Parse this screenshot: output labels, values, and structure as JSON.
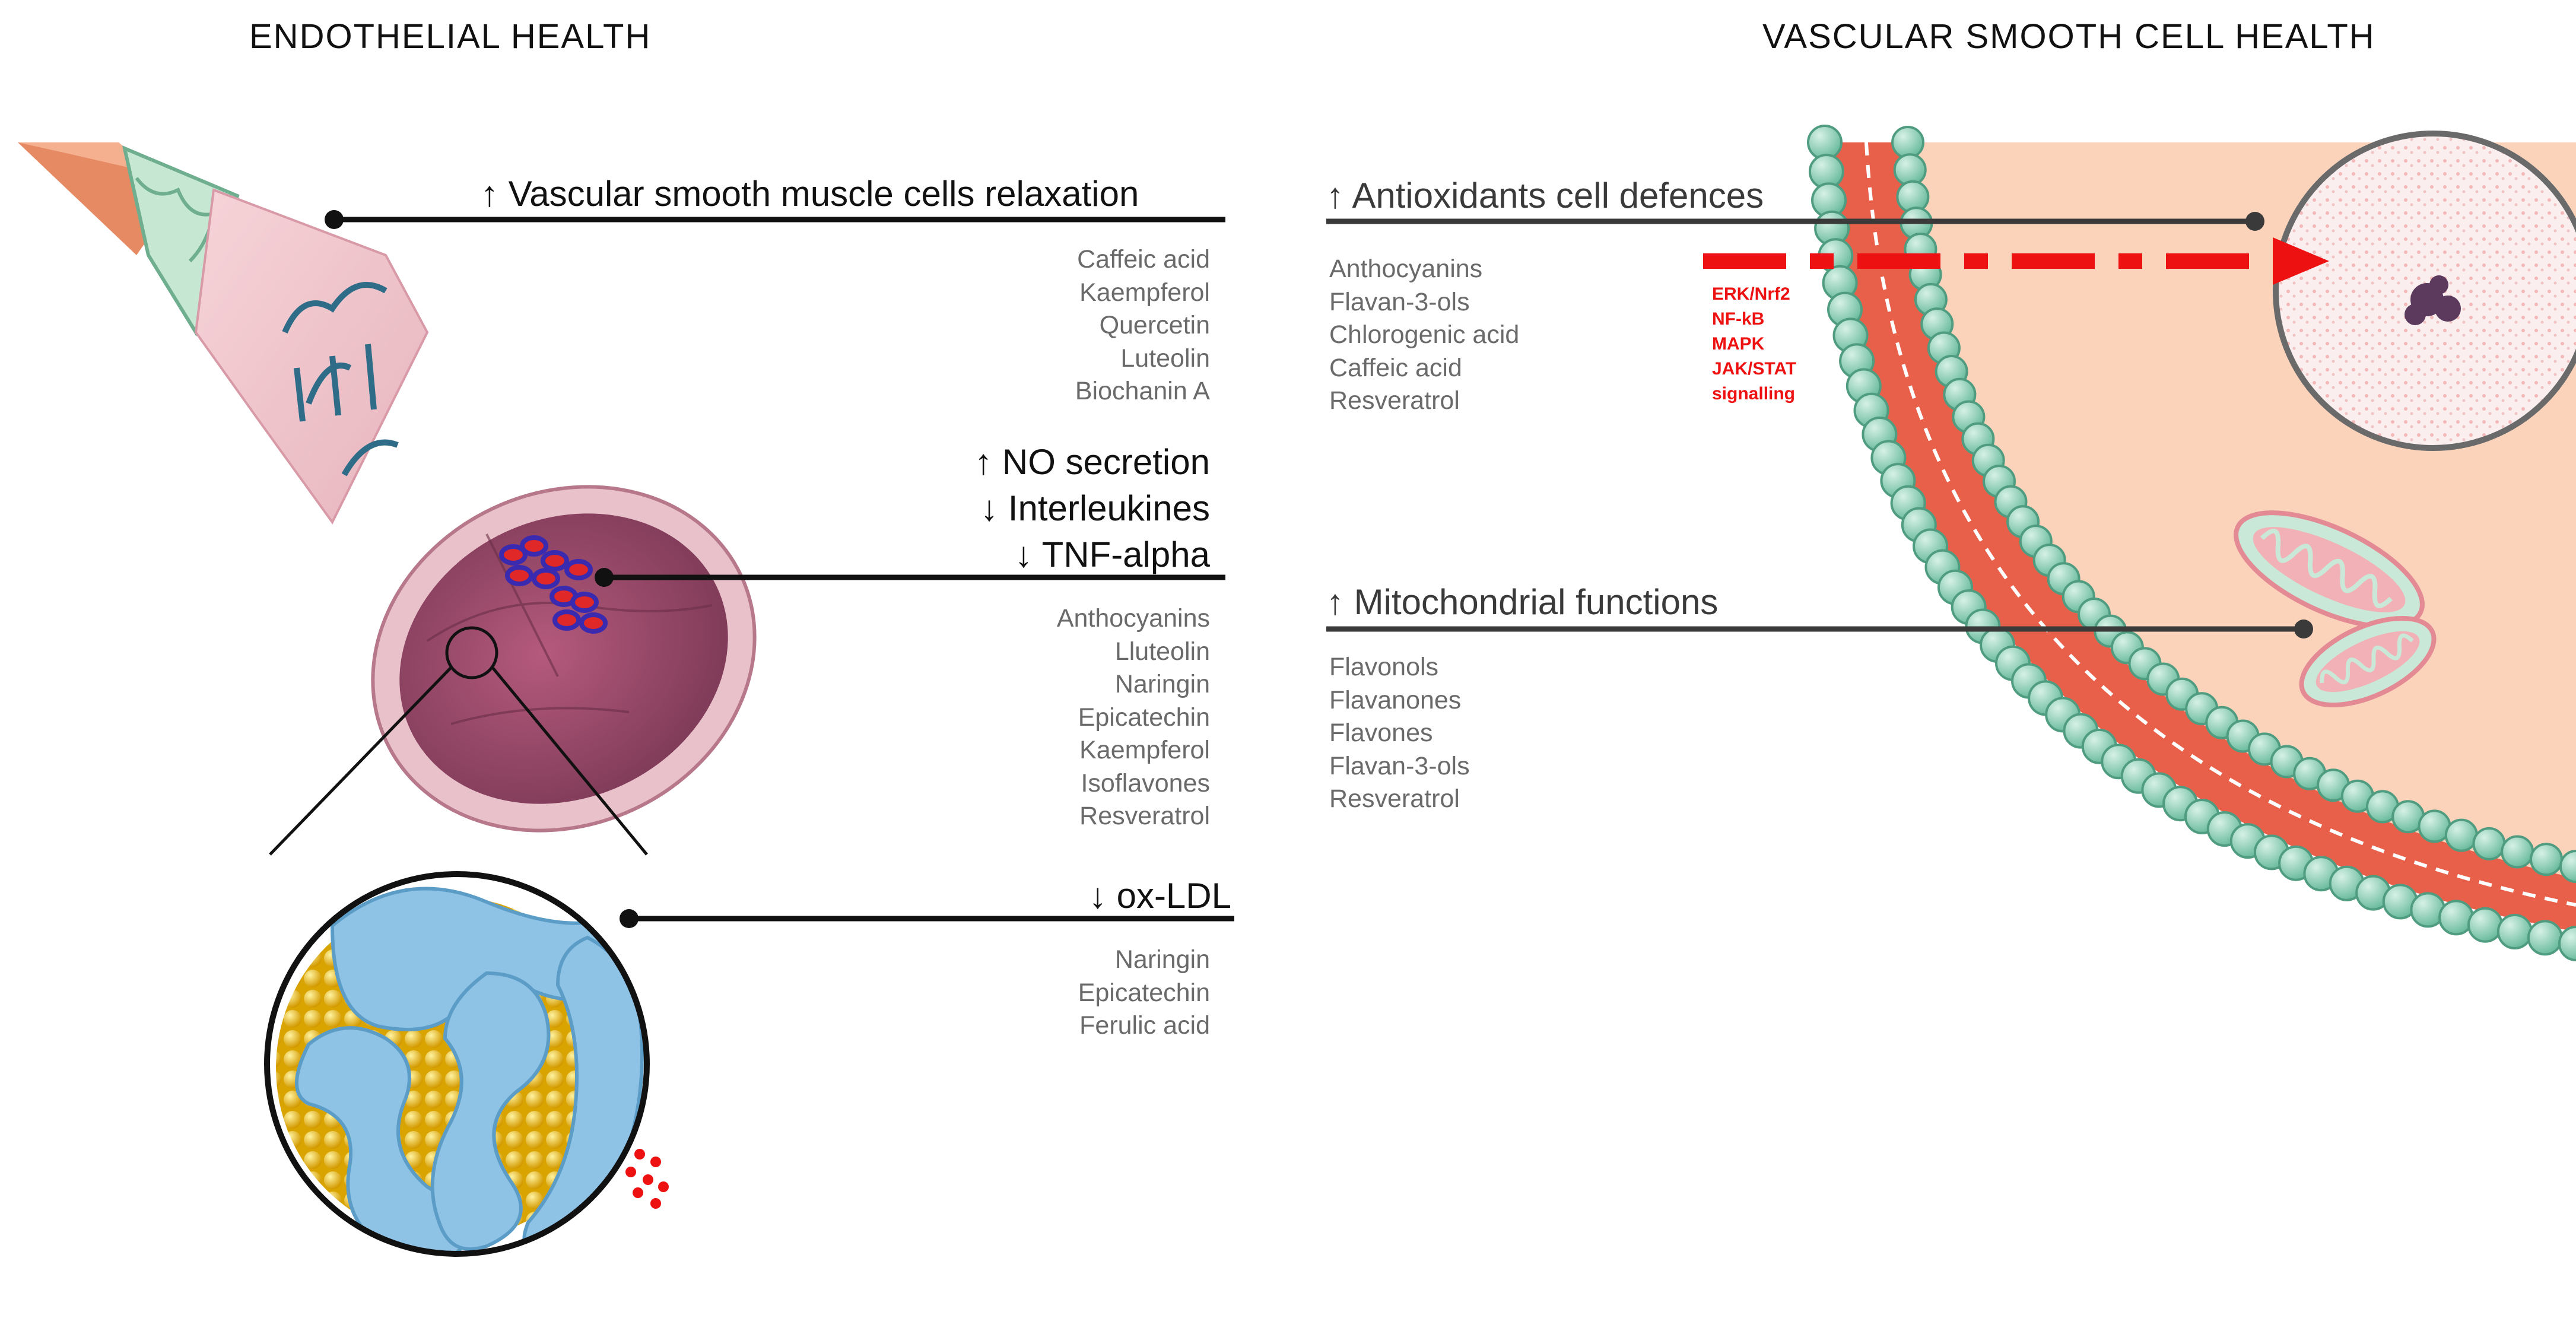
{
  "titles": {
    "left": "ENDOTHELIAL HEALTH",
    "right": "VASCULAR SMOOTH CELL HEALTH"
  },
  "endothelial": {
    "relaxation": {
      "label": "↑ Vascular smooth muscle cells relaxation",
      "compounds": [
        "Caffeic acid",
        "Kaempferol",
        "Quercetin",
        "Luteolin",
        "Biochanin A"
      ]
    },
    "no_group": {
      "line1": "↑  NO secretion",
      "line2": "↓  Interleukines",
      "line3": "↓  TNF-alpha",
      "compounds": [
        "Anthocyanins",
        "Lluteolin",
        "Naringin",
        "Epicatechin",
        "Kaempferol",
        "Isoflavones",
        "Resveratrol"
      ]
    },
    "ldl": {
      "label": "↓ ox-LDL",
      "compounds": [
        "Naringin",
        "Epicatechin",
        "Ferulic acid"
      ]
    }
  },
  "smooth_cell": {
    "antioxidants": {
      "label": "↑ Antioxidants cell defences",
      "compounds": [
        "Anthocyanins",
        "Flavan-3-ols",
        "Chlorogenic acid",
        "Caffeic acid",
        "Resveratrol"
      ],
      "signalling": [
        "ERK/Nrf2",
        "NF-kB",
        "MAPK",
        "JAK/STAT",
        "signalling"
      ]
    },
    "mitochondria": {
      "label": "↑ Mitochondrial functions",
      "compounds": [
        "Flavonols",
        "Flavanones",
        "Flavones",
        "Flavan-3-ols",
        "Resveratrol"
      ]
    }
  },
  "colors": {
    "signal_arrow": "#ee1111",
    "membrane": "#e8604a",
    "phospholipid_head": "#8fd0b6",
    "cytoplasm": "#fbd3bb",
    "vessel_lumen": "#9a4a68",
    "ldl_core": "#f2c21d",
    "apolipoprotein": "#8fc3e6"
  }
}
